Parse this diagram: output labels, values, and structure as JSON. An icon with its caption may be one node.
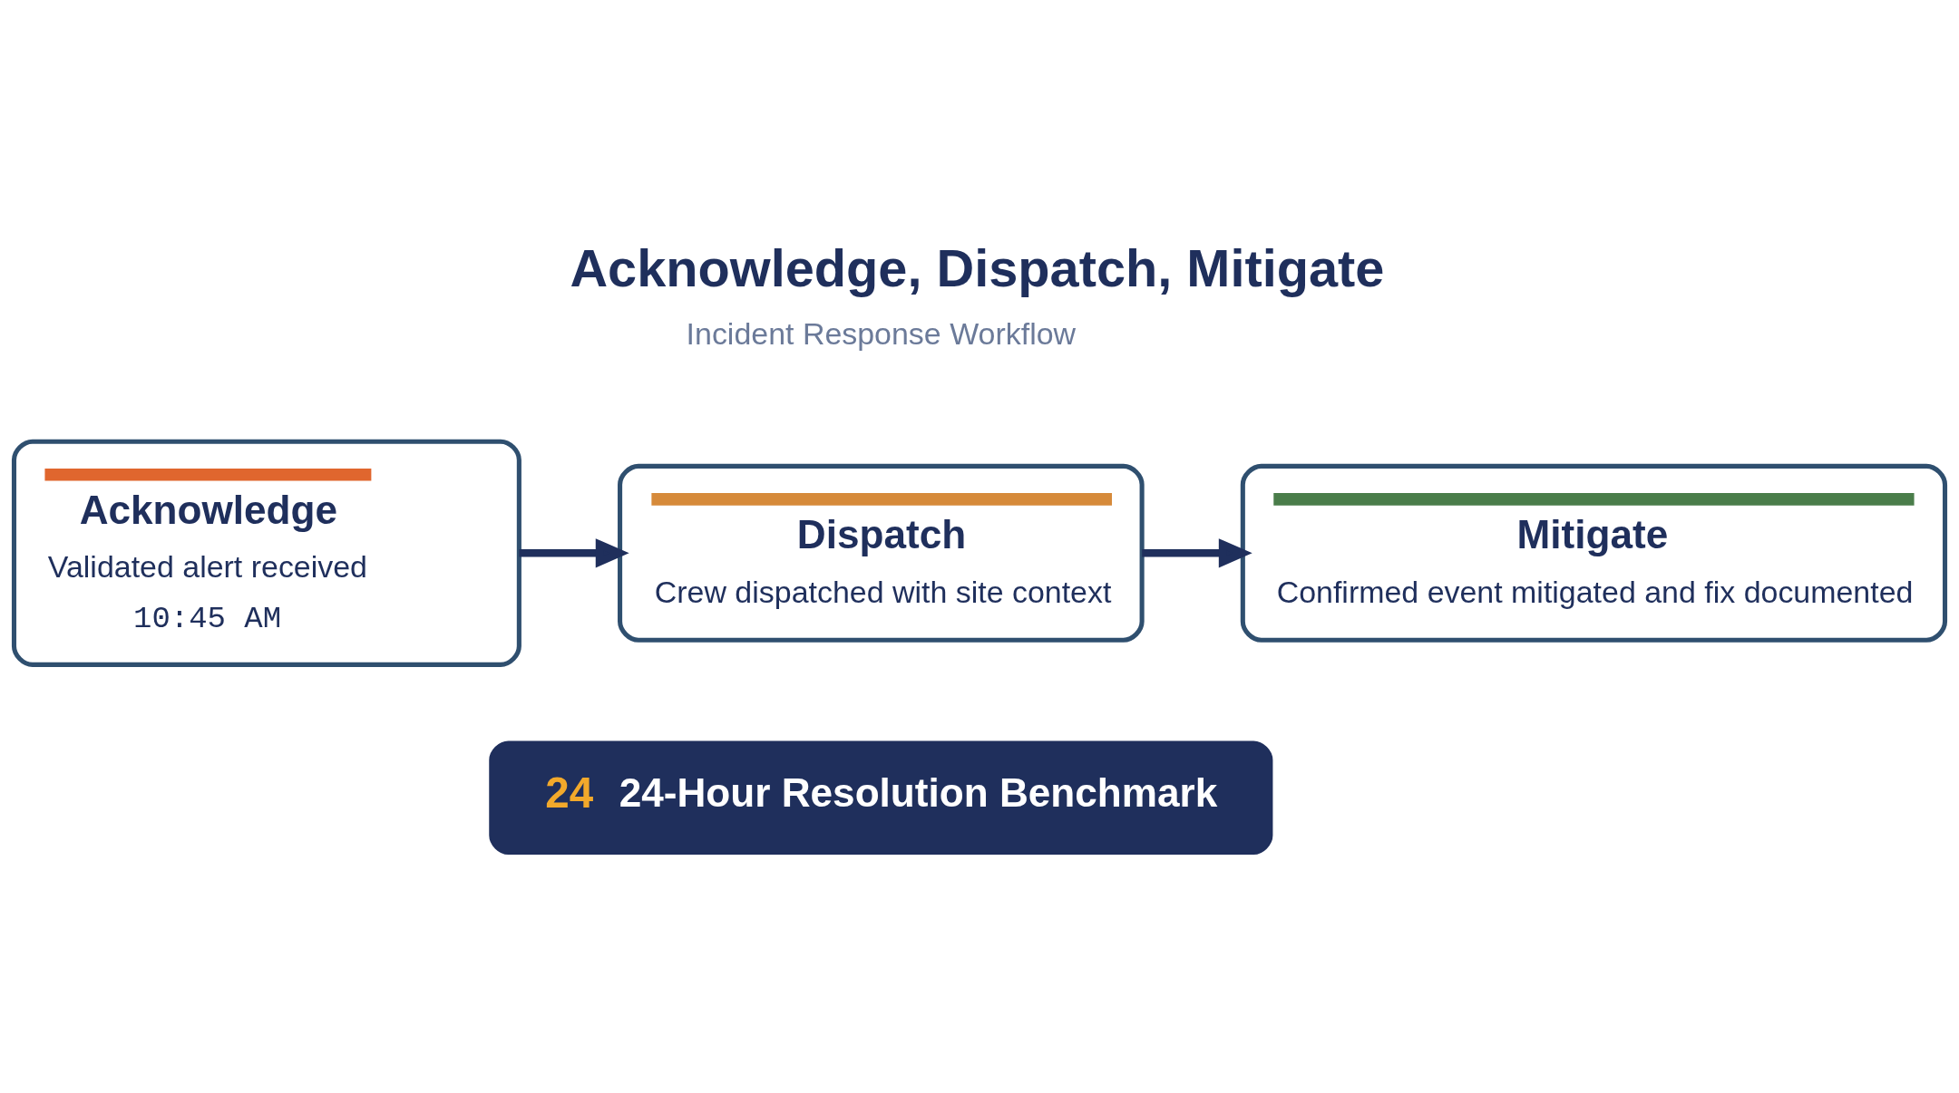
{
  "diagram": {
    "title": "Acknowledge, Dispatch, Mitigate",
    "nodes": [
      {
        "text": [
          "Acknowledge",
          "Validated alert received",
          "10:45 AM"
        ]
      },
      {
        "text": [
          "Dispatch",
          "Crew dispatched with site context"
        ]
      },
      {
        "text": [
          "Mitigate",
          "Confirmed event mitigated and fix documented"
        ]
      },
      {
        "text": [
          "24",
          "24-Hour Resolution Benchmark"
        ]
      }
    ],
    "edges": [
      {
        "from": 0,
        "to": 1,
        "arrow": "to"
      },
      {
        "from": 1,
        "to": 2,
        "arrow": "to"
      }
    ],
    "labels": [
      "Incident Response Workflow"
    ]
  }
}
